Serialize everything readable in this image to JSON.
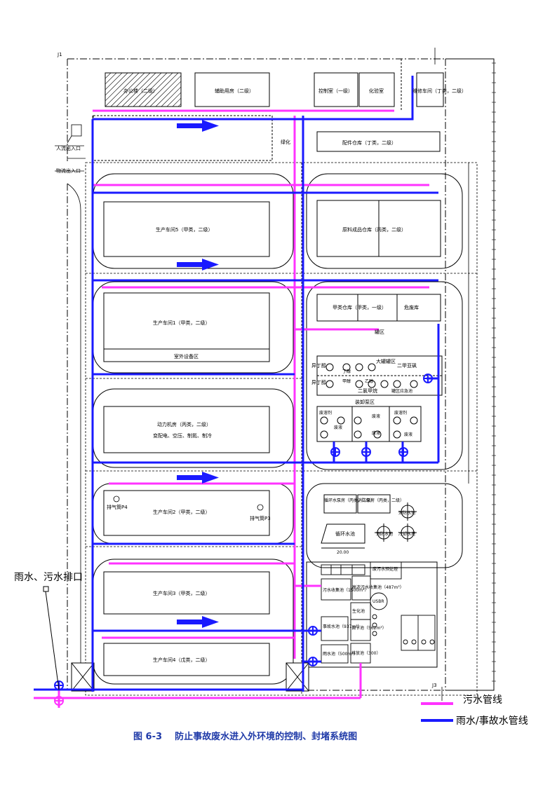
{
  "plan": {
    "grid_j1": "J1",
    "grid_j3": "J3",
    "entrance_people": "人流出入口",
    "entrance_goods": "物流出入口",
    "office": "办公楼（二级）",
    "auxiliary": "辅助用房（二级）",
    "control_room": "控制室（一级）",
    "lab": "化验室",
    "repair_shop": "维修车间（丁类，二级）",
    "greening": "绿化",
    "parts_warehouse": "配件仓库（丁类，二级）",
    "workshop5": "生产车间5（甲类，二级）",
    "raw_product_warehouse": "原料成品仓库（丙类，二级）",
    "workshop1": "生产车间1（甲类，二级）",
    "outdoor_equipment": "室外设备区",
    "class_a_warehouse": "甲类仓库（甲类，一级）",
    "hazardous_waste": "危废库",
    "tank_yard": "罐区",
    "power_house": "动力机房（丙类，二级）",
    "power_house_sub": "变配电、空压、制氮、制冷",
    "tank_farm_title": "大罐罐区",
    "tank_isobutanol_1": "异丁醇",
    "tank_isobutanol_2": "异丁醇",
    "tank_butanol": "丁醇",
    "tank_methanol": "甲醇",
    "tank_ethanol": "乙醇",
    "tank_dmso": "二甲亚砜",
    "tank_dichloromethane": "二氯甲烷",
    "tank_zone_note": "罐区应急池",
    "pump_area": "装卸泵区",
    "small_tank_1": "废溶剂",
    "small_tank_2": "废液",
    "small_tank_3": "废液",
    "small_tank_4": "废溶剂",
    "small_tank_5": "废液",
    "small_tank_6": "废液",
    "workshop2": "生产车间2（甲类，二级）",
    "exhaust_p4": "排气筒P4",
    "exhaust_p3": "排气筒P3",
    "circulating_pump": "循环水泵房（丙类，二级）",
    "fire_pump": "消防泵房（丙类，二级）",
    "circulating_pool": "循环水池",
    "fire_pool_1": "消防水池",
    "fire_pool_2": "消防水池",
    "cooling_tower_1": "冷却水塔",
    "cooling_tower_2": "冷却水塔",
    "pool_width": "20.00",
    "workshop3": "生产车间3（甲类，二级）",
    "workshop4": "生产车间4（戊类，二级）",
    "sewage_pretreat": "废污水预处理",
    "wastewater_collect": "污水收集池（1500m³）",
    "high_conc": "高浓污水收集池（487m³）",
    "accident_pool": "事故水池（937m³）",
    "regulating_pool": "调节池（562m³）",
    "rain_pool": "雨水池（500m³）",
    "discharge_pool": "排放池（300）",
    "usbr": "USBR",
    "biochem": "生化池"
  },
  "outfall_label": "雨水、污水排口",
  "legend": {
    "sewage_line": "污水管线",
    "rain_line": "雨水/事故水管线"
  },
  "caption": "图 6-3    防止事故废水进入外环境的控制、封堵系统图",
  "colors": {
    "sewage": "#ff33ff",
    "rain": "#1a1aff",
    "caption": "#1f3aa8"
  }
}
